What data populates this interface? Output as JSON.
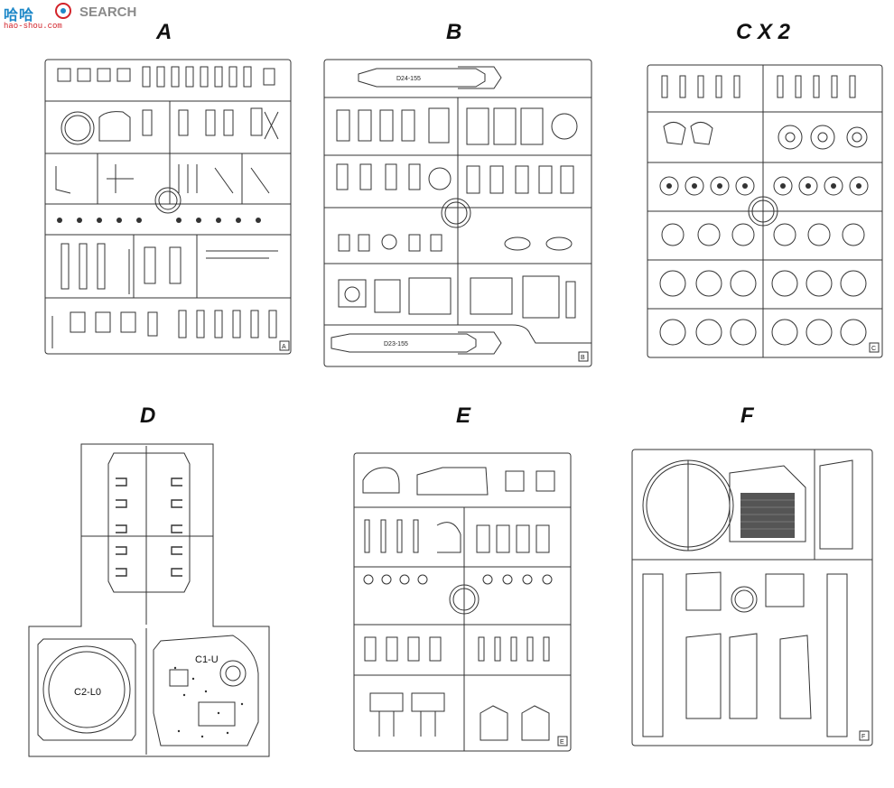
{
  "watermark": {
    "brand_cn": "哈哈",
    "brand_en": "SEARCH",
    "url": "hao-shou.com",
    "accent_blue": "#1e88c8",
    "accent_red": "#d2232a"
  },
  "sprues": [
    {
      "id": "A",
      "label": "A",
      "corner_mark": "A"
    },
    {
      "id": "B",
      "label": "B",
      "corner_mark": "B",
      "parts": [
        "D24-155",
        "D23-155"
      ]
    },
    {
      "id": "C",
      "label": "C X 2",
      "corner_mark": "C"
    },
    {
      "id": "D",
      "label": "D",
      "parts": [
        "C2-L0",
        "C1-U"
      ]
    },
    {
      "id": "E",
      "label": "E",
      "corner_mark": "E"
    },
    {
      "id": "F",
      "label": "F",
      "corner_mark": "F"
    }
  ]
}
